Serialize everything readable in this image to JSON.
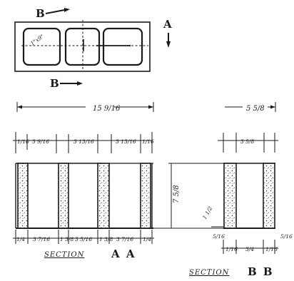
{
  "plan": {
    "marker_top": "B",
    "marker_bottom": "B",
    "marker_right": "A",
    "hole_note": "1\"x9\""
  },
  "section_aa": {
    "overall_width_top": "15 9/16",
    "top_dims": [
      "1/16",
      "3 9/16",
      "3 13/16",
      "3 13/16",
      "1/16"
    ],
    "bottom_dims": [
      "1/4",
      "3 7/16",
      "1 3/8",
      "3 5/16",
      "1 3/8",
      "3 7/16",
      "1/4"
    ],
    "height": "7 5/8",
    "caption_word": "SECTION",
    "caption_letters": "A A"
  },
  "section_bb": {
    "overall_width_top": "5 5/8",
    "inner_dim": "3 5/8",
    "side_note_1": "1 1/2",
    "side_note_2": "5/16",
    "side_note_3": "5/16",
    "bottom_dims": [
      "1/16",
      "3/4",
      "1/16"
    ],
    "caption_word": "SECTION",
    "caption_letters": "B B"
  }
}
